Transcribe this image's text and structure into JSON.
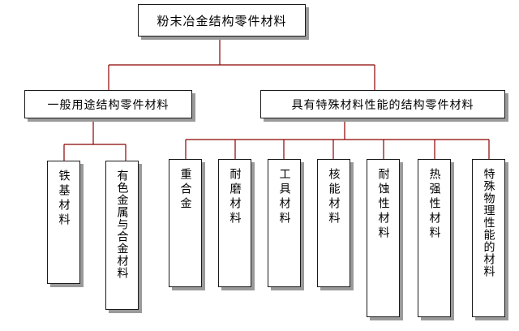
{
  "colors": {
    "line": "#8b0000",
    "border": "#1a1a1a",
    "shadow": "#9a9a9a"
  },
  "root": {
    "label": "粉末冶金结构零件材料"
  },
  "branches": [
    {
      "label": "一般用途结构零件材料",
      "children": [
        "铁基材料",
        "有色金属与合金材料"
      ]
    },
    {
      "label": "具有特殊材料性能的结构零件材料",
      "children": [
        "重合金",
        "耐磨材料",
        "工具材料",
        "核能材料",
        "耐蚀性材料",
        "热强性材料",
        "特殊物理性能的材料"
      ]
    }
  ]
}
